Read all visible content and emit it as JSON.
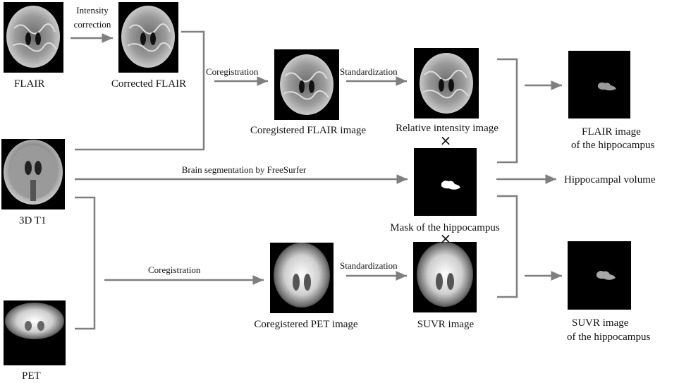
{
  "labels": {
    "flair": "FLAIR",
    "intensity_correction_1": "Intensity",
    "intensity_correction_2": "correction",
    "corrected_flair": "Corrected FLAIR",
    "coregistration_top": "Coregistration",
    "standardization_top": "Standardization",
    "coregistered_flair": "Coregistered FLAIR image",
    "relative_intensity": "Relative intensity image",
    "flair_hippo_1": "FLAIR image",
    "flair_hippo_2": "of the hippocampus",
    "brain_segmentation": "Brain segmentation by FreeSurfer",
    "hippocampal_volume": "Hippocampal volume",
    "t1": "3D T1",
    "mask": "Mask of the hippocampus",
    "coregistration_bottom": "Coregistration",
    "standardization_bottom": "Standardization",
    "coregistered_pet": "Coregistered PET image",
    "suvr": "SUVR image",
    "suvr_hippo_1": "SUVR image",
    "suvr_hippo_2": "of the hippocampus",
    "pet": "PET",
    "times_1": "×",
    "times_2": "×"
  },
  "colors": {
    "arrow": "#7f7f7f",
    "panel_bg": "#000000",
    "mri_tissue": "#8c8c8c",
    "pet_tissue": "#d9d9d9"
  }
}
